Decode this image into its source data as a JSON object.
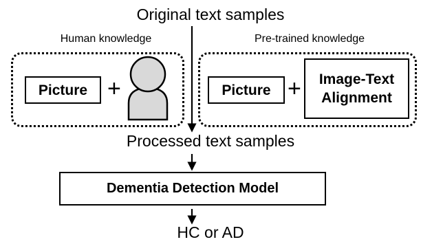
{
  "top_label": "Original text samples",
  "left_group": {
    "label": "Human knowledge",
    "picture_label": "Picture",
    "plus": "+",
    "person_icon": "person-icon"
  },
  "right_group": {
    "label": "Pre-trained knowledge",
    "picture_label": "Picture",
    "plus": "+",
    "alignment_label": "Image-Text Alignment"
  },
  "middle_label": "Processed text samples",
  "model_label": "Dementia Detection Model",
  "output_label": "HC or AD"
}
